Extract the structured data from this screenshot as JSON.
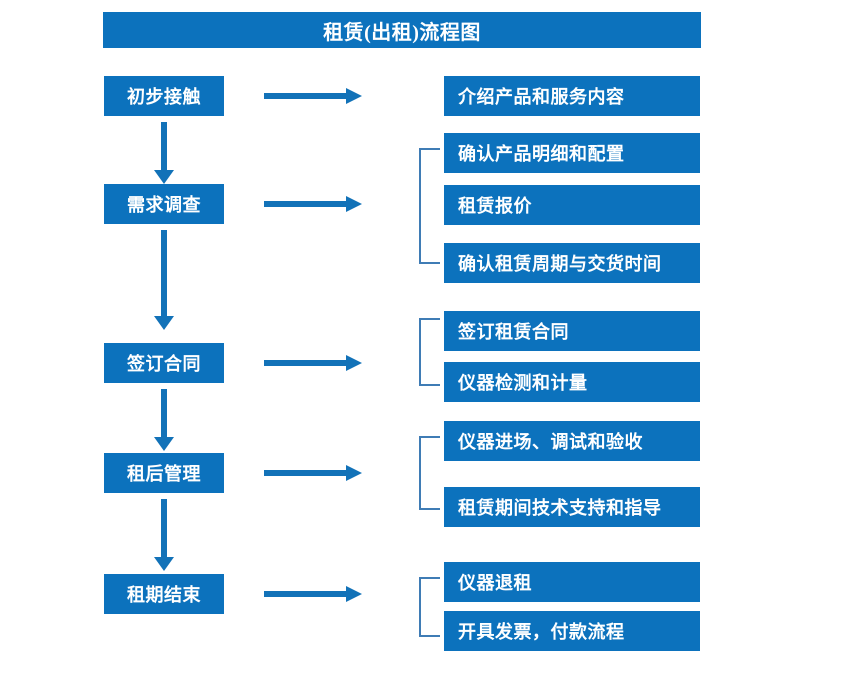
{
  "chart_data": {
    "type": "diagram",
    "title": "租赁(出租)流程图",
    "diagram_kind": "flowchart",
    "stages": [
      {
        "label": "初步接触",
        "details": [
          "介绍产品和服务内容"
        ],
        "bracketed": false
      },
      {
        "label": "需求调查",
        "details": [
          "确认产品明细和配置",
          "租赁报价",
          "确认租赁周期与交货时间"
        ],
        "bracketed": true
      },
      {
        "label": "签订合同",
        "details": [
          "签订租赁合同",
          "仪器检测和计量"
        ],
        "bracketed": true
      },
      {
        "label": "租后管理",
        "details": [
          "仪器进场、调试和验收",
          "租赁期间技术支持和指导"
        ],
        "bracketed": true
      },
      {
        "label": "租期结束",
        "details": [
          "仪器退租",
          "开具发票，付款流程"
        ],
        "bracketed": true
      }
    ],
    "flow_order": [
      "初步接触",
      "需求调查",
      "签订合同",
      "租后管理",
      "租期结束"
    ],
    "colors": {
      "box_fill": "#0c72bd",
      "box_text": "#ffffff",
      "arrow": "#1272b8",
      "bracket": "#3f7cb5",
      "background": "#ffffff"
    }
  },
  "header": {
    "title": "租赁(出租)流程图"
  },
  "stages": {
    "s0": {
      "label": "初步接触"
    },
    "s1": {
      "label": "需求调查"
    },
    "s2": {
      "label": "签订合同"
    },
    "s3": {
      "label": "租后管理"
    },
    "s4": {
      "label": "租期结束"
    }
  },
  "details": {
    "d0": "介绍产品和服务内容",
    "d1": "确认产品明细和配置",
    "d2": "租赁报价",
    "d3": "确认租赁周期与交货时间",
    "d4": "签订租赁合同",
    "d5": "仪器检测和计量",
    "d6": "仪器进场、调试和验收",
    "d7": "租赁期间技术支持和指导",
    "d8": "仪器退租",
    "d9": "开具发票，付款流程"
  }
}
